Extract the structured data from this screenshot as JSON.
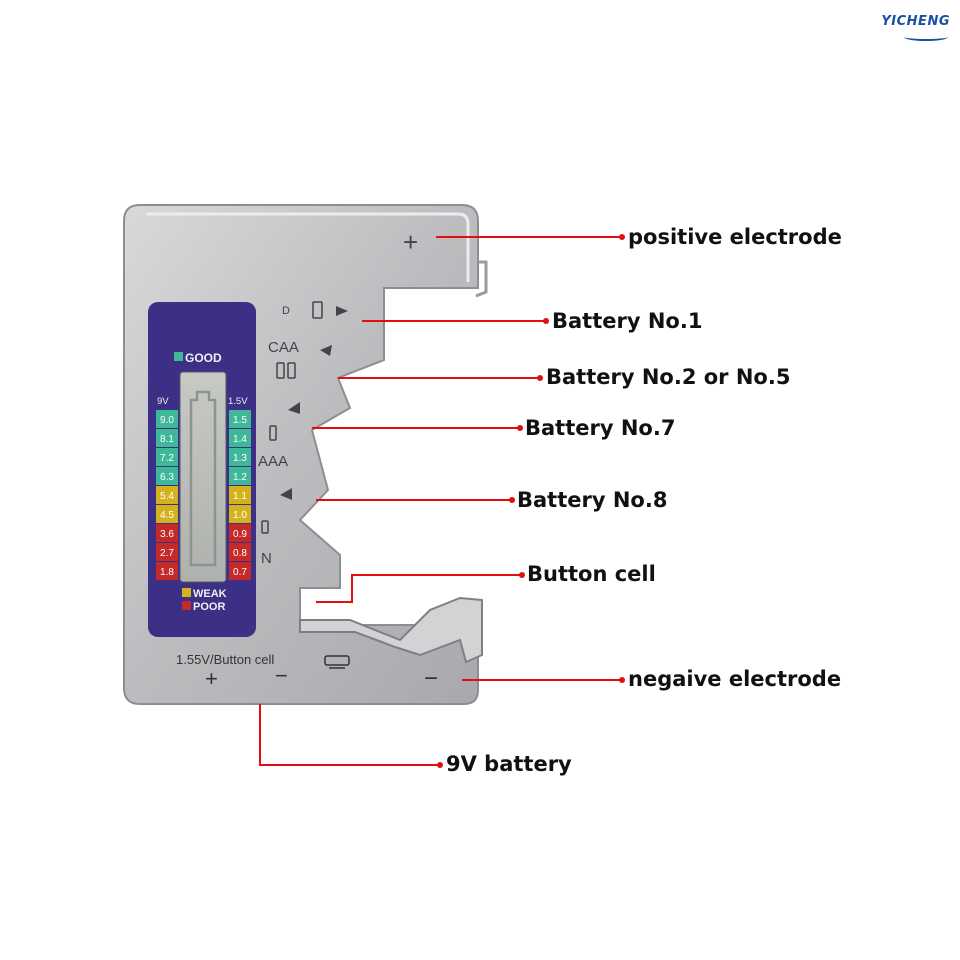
{
  "brand": "YICHENG",
  "device": {
    "top_plus": "+",
    "scale_title": "GOOD",
    "col_left_head": "9V",
    "col_right_head": "1.5V",
    "left_values": [
      "9.0",
      "8.1",
      "7.2",
      "6.3",
      "5.4",
      "4.5",
      "3.6",
      "2.7",
      "1.8"
    ],
    "right_values": [
      "1.5",
      "1.4",
      "1.3",
      "1.2",
      "1.1",
      "1.0",
      "0.9",
      "0.8",
      "0.7"
    ],
    "legend_weak": "WEAK",
    "legend_poor": "POOR",
    "slot_d": "D",
    "slot_caa": "CAA",
    "slot_aaa": "AAA",
    "slot_n": "N",
    "bottom_label": "1.55V/Button cell",
    "bottom_plus": "+",
    "bottom_minus": "−",
    "right_minus": "−"
  },
  "callouts": {
    "positive": "positive electrode",
    "no1": "Battery No.1",
    "no2": "Battery No.2 or No.5",
    "no7": "Battery No.7",
    "no8": "Battery No.8",
    "button": "Button cell",
    "negative": "negaive electrode",
    "nine_v": "9V battery"
  },
  "colors": {
    "good": "#3fb89a",
    "weak": "#d4b21e",
    "poor": "#c42a2a",
    "panel": "#3b2f86",
    "leader": "#e01010"
  }
}
